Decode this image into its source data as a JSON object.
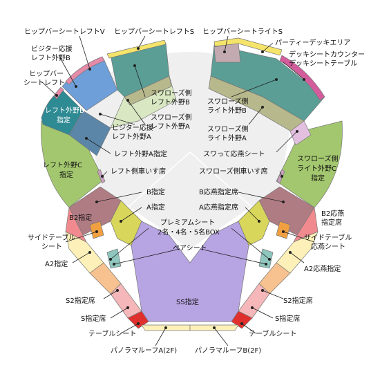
{
  "labels": {
    "hip_bar_left_v": "ヒップバーシートレフトV",
    "hip_bar_left_s": "ヒップバーシートレフトS",
    "hip_bar_right_s": "ヒップバーシートライトS",
    "party_deck": "パーティーデッキエリア",
    "deck_counter_1": "デッキシートカウンター",
    "deck_counter_2": "デッキシートテーブル",
    "visitor_outfield_b_1": "ビジター応援",
    "visitor_outfield_b_2": "レフト外野B",
    "hip_bar_left_1": "ヒップバー",
    "hip_bar_left_2": "シートレフト",
    "left_outfield_b_1": "レフト外野B",
    "left_outfield_b_2": "指定",
    "swallows_left_b_1": "スワローズ側",
    "swallows_left_b_2": "レフト外野B",
    "swallows_right_b_1": "スワローズ側",
    "swallows_right_b_2": "ライト外野B",
    "swallows_left_a_1": "スワローズ側",
    "swallows_left_a_2": "レフト外野A",
    "visitor_outfield_a_1": "ビジター応援",
    "visitor_outfield_a_2": "レフト外野A",
    "swallows_right_a_1": "スワローズ側",
    "swallows_right_a_2": "ライト外野A",
    "left_outfield_a_reserved": "レフト外野A指定",
    "swatte_cheer": "スワって応燕シート",
    "left_outfield_c_1": "レフト外野C",
    "left_outfield_c_2": "指定",
    "swallows_right_c_1": "スワローズ側",
    "swallows_right_c_2": "ライト外野C",
    "swallows_right_c_3": "指定",
    "left_wheelchair": "レフト側車いす席",
    "swallows_wheelchair": "スワローズ側車いす席",
    "b_reserved": "B指定",
    "b_cheer_reserved": "B応燕指定席",
    "a_reserved": "A指定",
    "a_cheer_reserved": "A応燕指定席",
    "b2_reserved": "B2指定",
    "b2_cheer_1": "B2応燕",
    "b2_cheer_2": "指定席",
    "premium_1": "プレミアムシート",
    "premium_2": "2名・4名・5名BOX",
    "side_table_1": "サイドテーブル",
    "side_table_2": "シート",
    "side_table_cheer_1": "サイドテーブル",
    "side_table_cheer_2": "応燕シート",
    "pair_seat": "ペアシート",
    "a2_reserved": "A2指定",
    "a2_cheer_reserved": "A2応燕指定",
    "s2_left": "S2指定席",
    "s2_right": "S2指定席",
    "ss_reserved": "SS指定",
    "s_left": "S指定席",
    "s_right": "S指定席",
    "table_left": "テーブルシート",
    "table_right": "テーブルシート",
    "panorama_a": "パノラマルーフA(2F)",
    "panorama_b": "パノラマルーフB(2F)"
  },
  "colors": {
    "outfield_green": "#a3c76e",
    "teal": "#5a9e96",
    "olive": "#b7b88c",
    "blue": "#6f9fd8",
    "steel_blue": "#5b86a8",
    "dark_teal": "#2e8a93",
    "light_green": "#d9e8c2",
    "yellow": "#f5e46a",
    "pink": "#e58aa8",
    "magenta": "#d35c9c",
    "mauve": "#c2aab0",
    "lavender": "#e3bfe0",
    "rose": "#b07c84",
    "khaki": "#d8d65b",
    "salmon": "#f08a8f",
    "orange": "#f0a040",
    "cream": "#fdf0b8",
    "mint": "#8fc6be",
    "peach": "#f7c290",
    "light_pink": "#f5b7b9",
    "red": "#e0302e",
    "violet": "#b7a4e2",
    "gray_field": "#eeeeee"
  }
}
